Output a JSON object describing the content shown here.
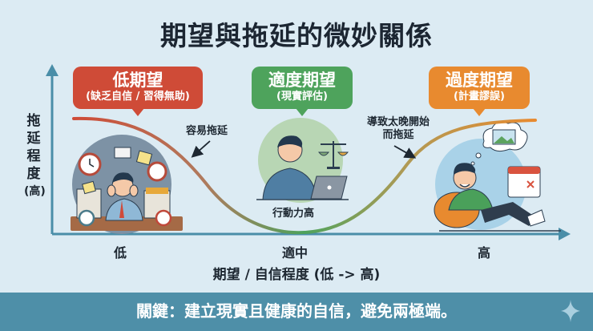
{
  "title": "期望與拖延的微妙關係",
  "y_axis": {
    "label_chars": [
      "拖",
      "延",
      "程",
      "度",
      "(高)"
    ],
    "label": "拖延程度 (高)"
  },
  "x_axis": {
    "label": "期望 / 自信程度 (低 -> 高)",
    "ticks": [
      "低",
      "適中",
      "高"
    ]
  },
  "zones": [
    {
      "title": "低期望",
      "subtitle": "(缺乏自信 / 習得無助)",
      "color": "#cf4b37",
      "illustration": "stressed-person-with-clocks-and-papers"
    },
    {
      "title": "適度期望",
      "subtitle": "(現實評估)",
      "color": "#4ea35c",
      "illustration": "focused-person-with-laptop-and-scale"
    },
    {
      "title": "過度期望",
      "subtitle": "(計畫謬誤)",
      "color": "#e88a2f",
      "illustration": "relaxed-person-dreaming-with-calendar"
    }
  ],
  "annotations": {
    "low": "容易拖延",
    "high_line1": "導致太晚開始",
    "high_line2": "而拖延",
    "mid": "行動力高"
  },
  "footer": {
    "text": "關鍵：建立現實且健康的自信，避免兩極端。",
    "icon": "sparkle-icon"
  },
  "colors": {
    "background": "#dcebf3",
    "axis": "#4a8ea8",
    "footer_bg": "#4e8fa8",
    "low": "#cf4b37",
    "mid": "#4ea35c",
    "high": "#e88a2f"
  },
  "chart_data": {
    "type": "line",
    "title": "期望與拖延的微妙關係",
    "xlabel": "期望 / 自信程度 (低 -> 高)",
    "ylabel": "拖延程度 (高)",
    "categories": [
      "低",
      "適中",
      "高"
    ],
    "series": [
      {
        "name": "拖延程度",
        "values": [
          0.85,
          0.1,
          0.85
        ]
      }
    ],
    "shape": "U-curve: high procrastination at both low and high expectation, lowest at moderate",
    "annotations": [
      "容易拖延",
      "行動力高",
      "導致太晚開始而拖延"
    ],
    "ylim": [
      0,
      1
    ],
    "grid": false
  }
}
